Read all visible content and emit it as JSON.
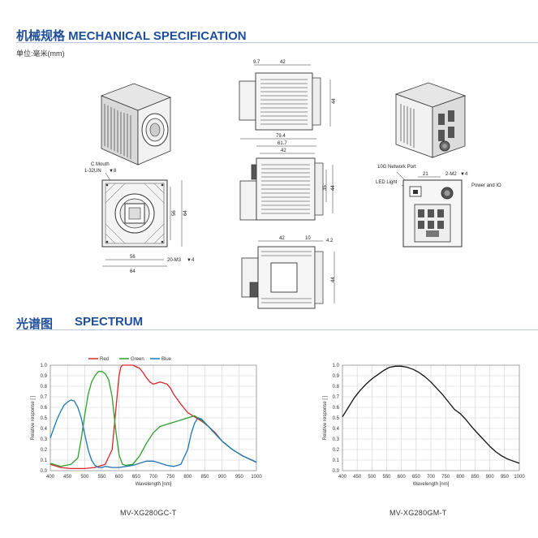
{
  "mechanical": {
    "title": "机械规格 MECHANICAL SPECIFICATION",
    "unit": "单位:毫米(mm)",
    "labels": {
      "c_mouth": "C Mouth",
      "thread": "1-32UN",
      "depth_sym": "▼8",
      "screw_front": "20-M3",
      "screw_front_depth": "▼4",
      "network_port": "10G Network Port",
      "led_light": "LED Light",
      "screw_back": "2-M2",
      "screw_back_depth": "▼4",
      "power_io": "Power and IO"
    },
    "dimensions": {
      "side_top_a": "9.7",
      "side_top_b": "42",
      "side_top_h": "44",
      "top_len": "79.4",
      "top_mid": "61.7",
      "top_body": "42",
      "top_h1": "35",
      "top_h2": "44",
      "front_w_inner": "56",
      "front_w_outer": "64",
      "front_h_inner": "56",
      "front_h_outer": "64",
      "back_spacing": "21",
      "bottom_a": "42",
      "bottom_b": "10",
      "bottom_c": "4.2",
      "bottom_h": "44"
    }
  },
  "spectrum": {
    "title_cn": "光谱图",
    "title_en": "SPECTRUM"
  },
  "chart_data": [
    {
      "type": "line",
      "model": "MV-XG280GC-T",
      "xlabel": "Wavelength [nm]",
      "ylabel": "Relative response [ ]",
      "xlim": [
        400,
        1000
      ],
      "ylim": [
        0,
        1.0
      ],
      "xticks": [
        400,
        450,
        500,
        550,
        600,
        650,
        700,
        750,
        800,
        850,
        900,
        950,
        1000
      ],
      "yticks": [
        0.0,
        0.1,
        0.2,
        0.3,
        0.4,
        0.5,
        0.6,
        0.7,
        0.8,
        0.9,
        1.0
      ],
      "grid": true,
      "legend": "top",
      "series": [
        {
          "name": "Red",
          "color": "#d62728",
          "x": [
            400,
            430,
            460,
            500,
            530,
            560,
            580,
            590,
            600,
            605,
            610,
            620,
            640,
            660,
            670,
            680,
            690,
            700,
            720,
            740,
            750,
            760,
            780,
            800,
            820,
            840,
            860,
            880,
            900,
            930,
            960,
            1000
          ],
          "y": [
            0.06,
            0.03,
            0.02,
            0.02,
            0.03,
            0.06,
            0.2,
            0.55,
            0.9,
            0.98,
            1.0,
            1.0,
            1.0,
            0.97,
            0.93,
            0.88,
            0.84,
            0.82,
            0.84,
            0.82,
            0.78,
            0.72,
            0.63,
            0.55,
            0.51,
            0.47,
            0.42,
            0.36,
            0.28,
            0.2,
            0.14,
            0.08
          ]
        },
        {
          "name": "Green",
          "color": "#2ca02c",
          "x": [
            400,
            430,
            460,
            480,
            490,
            500,
            510,
            520,
            530,
            540,
            550,
            560,
            570,
            580,
            590,
            600,
            610,
            620,
            640,
            660,
            680,
            700,
            720,
            750,
            780,
            800,
            820,
            840,
            860,
            880,
            900,
            930,
            960,
            1000
          ],
          "y": [
            0.07,
            0.04,
            0.06,
            0.12,
            0.3,
            0.52,
            0.72,
            0.84,
            0.9,
            0.94,
            0.94,
            0.92,
            0.86,
            0.7,
            0.4,
            0.15,
            0.06,
            0.05,
            0.06,
            0.14,
            0.26,
            0.36,
            0.42,
            0.45,
            0.48,
            0.5,
            0.52,
            0.48,
            0.42,
            0.35,
            0.28,
            0.2,
            0.14,
            0.08
          ]
        },
        {
          "name": "Blue",
          "color": "#1f77b4",
          "x": [
            400,
            410,
            420,
            430,
            440,
            450,
            460,
            470,
            480,
            490,
            500,
            510,
            520,
            530,
            540,
            550,
            560,
            580,
            600,
            620,
            640,
            660,
            680,
            700,
            720,
            740,
            760,
            780,
            800,
            810,
            820,
            830,
            840,
            860,
            880,
            900,
            930,
            960,
            1000
          ],
          "y": [
            0.31,
            0.4,
            0.49,
            0.56,
            0.62,
            0.65,
            0.67,
            0.66,
            0.6,
            0.5,
            0.35,
            0.2,
            0.1,
            0.05,
            0.03,
            0.03,
            0.04,
            0.03,
            0.03,
            0.04,
            0.05,
            0.07,
            0.09,
            0.09,
            0.07,
            0.05,
            0.04,
            0.06,
            0.2,
            0.35,
            0.45,
            0.5,
            0.49,
            0.42,
            0.35,
            0.28,
            0.2,
            0.14,
            0.08
          ]
        }
      ]
    },
    {
      "type": "line",
      "model": "MV-XG280GM-T",
      "xlabel": "Wavelength [nm]",
      "ylabel": "Relative response [ ]",
      "xlim": [
        400,
        1000
      ],
      "ylim": [
        0,
        1.0
      ],
      "xticks": [
        400,
        450,
        500,
        550,
        600,
        650,
        700,
        750,
        800,
        850,
        900,
        950,
        1000
      ],
      "yticks": [
        0.0,
        0.1,
        0.2,
        0.3,
        0.4,
        0.5,
        0.6,
        0.7,
        0.8,
        0.9,
        1.0
      ],
      "grid": true,
      "series": [
        {
          "color": "#111111",
          "x": [
            400,
            420,
            440,
            460,
            480,
            500,
            520,
            540,
            560,
            580,
            600,
            620,
            640,
            660,
            680,
            700,
            720,
            740,
            760,
            780,
            800,
            820,
            840,
            860,
            880,
            900,
            920,
            940,
            960,
            980,
            1000
          ],
          "y": [
            0.51,
            0.6,
            0.69,
            0.76,
            0.82,
            0.87,
            0.91,
            0.95,
            0.98,
            0.99,
            0.99,
            0.98,
            0.96,
            0.93,
            0.89,
            0.84,
            0.78,
            0.72,
            0.65,
            0.58,
            0.54,
            0.48,
            0.41,
            0.35,
            0.29,
            0.23,
            0.18,
            0.14,
            0.11,
            0.09,
            0.07
          ]
        }
      ]
    }
  ]
}
